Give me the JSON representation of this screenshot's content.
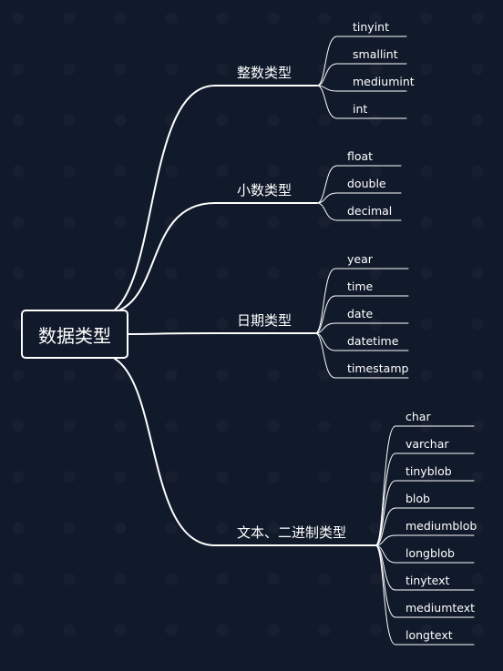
{
  "root": "数据类型",
  "branches": [
    {
      "label": "整数类型",
      "children": [
        "tinyint",
        "smallint",
        "mediumint",
        "int"
      ]
    },
    {
      "label": "小数类型",
      "children": [
        "float",
        "double",
        "decimal"
      ]
    },
    {
      "label": "日期类型",
      "children": [
        "year",
        "time",
        "date",
        "datetime",
        "timestamp"
      ]
    },
    {
      "label": "文本、二进制类型",
      "children": [
        "char",
        "varchar",
        "tinyblob",
        "blob",
        "mediumblob",
        "longblob",
        "tinytext",
        "mediumtext",
        "longtext"
      ]
    }
  ],
  "colors": {
    "background": "#111a2b",
    "line": "#ffffff",
    "text": "#ffffff"
  }
}
